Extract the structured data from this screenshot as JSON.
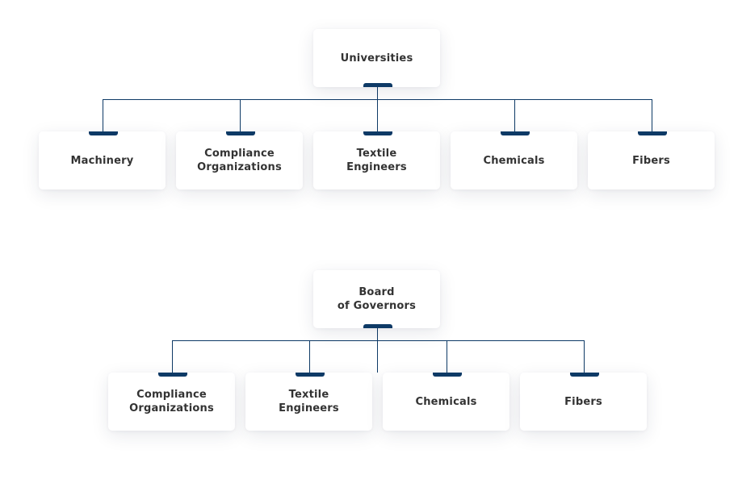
{
  "diagrams": [
    {
      "root": {
        "label": "Universities"
      },
      "children": [
        {
          "label": "Machinery"
        },
        {
          "label": "Compliance\nOrganizations"
        },
        {
          "label": "Textile\nEngineers"
        },
        {
          "label": "Chemicals"
        },
        {
          "label": "Fibers"
        }
      ]
    },
    {
      "root": {
        "label": "Board\nof Governors"
      },
      "children": [
        {
          "label": "Compliance\nOrganizations"
        },
        {
          "label": "Textile\nEngineers"
        },
        {
          "label": "Chemicals"
        },
        {
          "label": "Fibers"
        }
      ]
    }
  ],
  "colors": {
    "connector": "#0e3a66",
    "text": "#333333",
    "node_bg": "#ffffff"
  }
}
